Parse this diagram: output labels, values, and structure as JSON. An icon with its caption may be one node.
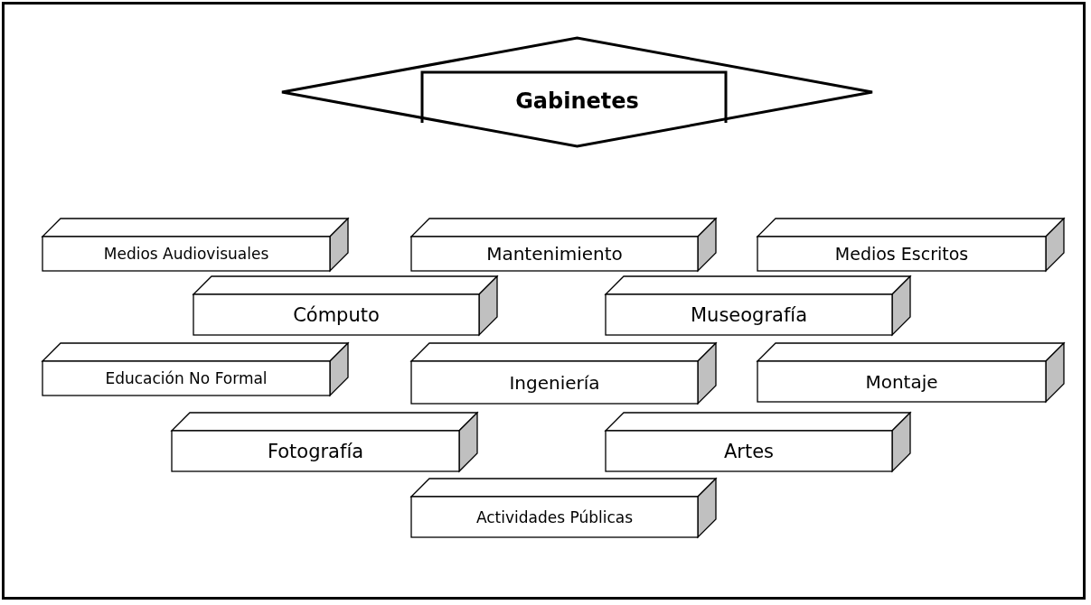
{
  "diagram": {
    "nodes": [
      {
        "text": [
          "Gabinetes"
        ]
      },
      {
        "text": [
          "Medios Audiovisuales"
        ]
      },
      {
        "text": [
          "Mantenimiento"
        ]
      },
      {
        "text": [
          "Medios Escritos"
        ]
      },
      {
        "text": [
          "Cómputo"
        ]
      },
      {
        "text": [
          "Museografía"
        ]
      },
      {
        "text": [
          "Educación No Formal"
        ]
      },
      {
        "text": [
          "Ingeniería"
        ]
      },
      {
        "text": [
          "Montaje"
        ]
      },
      {
        "text": [
          "Fotografía"
        ]
      },
      {
        "text": [
          "Artes"
        ]
      },
      {
        "text": [
          "Actividades Públicas"
        ]
      }
    ]
  }
}
